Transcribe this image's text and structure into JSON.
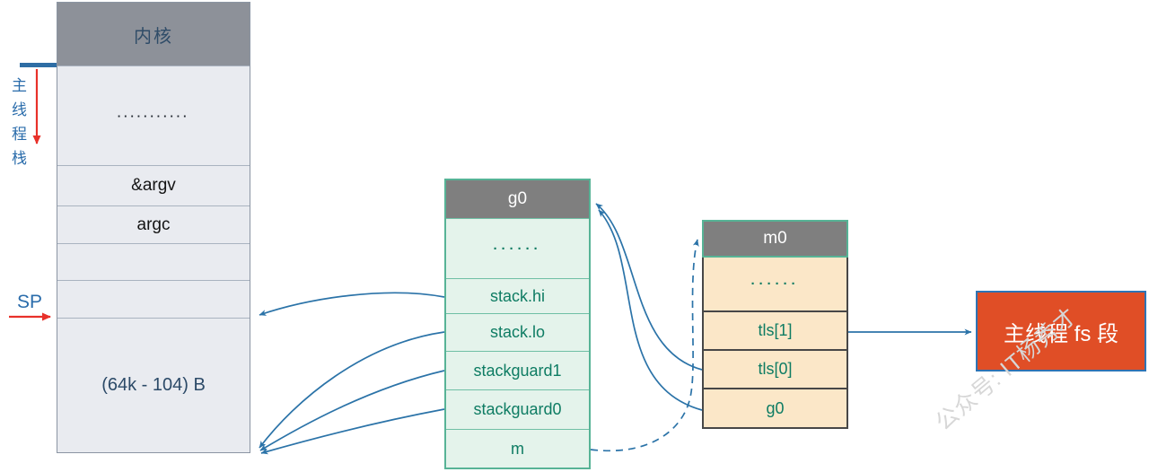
{
  "kernel_block": {
    "header": "内核",
    "rows": [
      "···········",
      "&argv",
      "argc",
      "",
      "",
      "(64k - 104) B"
    ]
  },
  "annotations": {
    "main_thread_stack": "主线程栈",
    "sp_label": "SP"
  },
  "g0_block": {
    "header": "g0",
    "rows": [
      "······",
      "stack.hi",
      "stack.lo",
      "stackguard1",
      "stackguard0",
      "m"
    ]
  },
  "m0_block": {
    "header": "m0",
    "rows": [
      "······",
      "tls[1]",
      "tls[0]",
      "g0"
    ]
  },
  "fs_box": {
    "label": "主线程 fs 段"
  },
  "watermark": {
    "text": "公众号: IT杨秀才"
  },
  "colors": {
    "arrow_blue": "#2b73a8",
    "arrow_red": "#e8312a",
    "kernel_header_bg": "#8d9199",
    "kernel_cell_bg": "#e9ebf0",
    "block_header_bg": "#7f7f7f",
    "g0_border": "#57b396",
    "g0_cell_bg": "#e4f3eb",
    "teal_text": "#0e7c63",
    "m0_cell_bg": "#fbe7c8",
    "fs_box_bg": "#e04e26",
    "fs_box_border": "#2e74b5",
    "label_blue": "#2a6cab"
  }
}
